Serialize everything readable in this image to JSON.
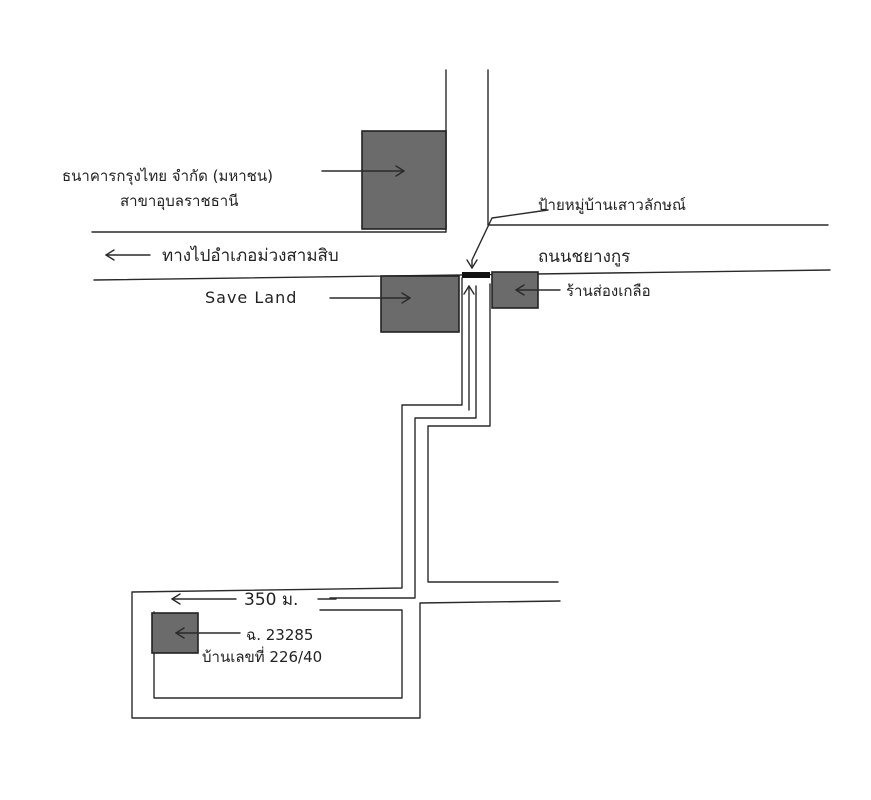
{
  "map": {
    "labels": {
      "bank_line1": "ธนาคารกรุงไทย จำกัด (มหาชน)",
      "bank_line2": "สาขาอุบลราชธานี",
      "village_sign": "ป้ายหมู่บ้านเสาวลักษณ์",
      "to_district": "ทางไปอำเภอม่วงสามสิบ",
      "road_name": "ถนนชยางกูร",
      "save_land": "Save Land",
      "shop": "ร้านส่องเกลือ",
      "distance": "350 ม.",
      "deed_number": "ฉ. 23285",
      "house_number": "บ้านเลขที่ 226/40"
    }
  }
}
